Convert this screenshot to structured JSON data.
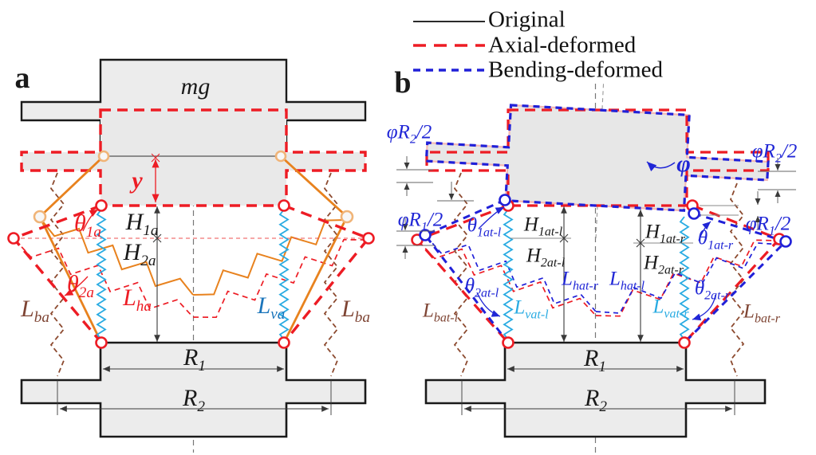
{
  "legend": {
    "items": [
      {
        "label": "Original",
        "color": "#2a2a2a",
        "style": "solid"
      },
      {
        "label": "Axial-deformed",
        "color": "#ED1C24",
        "style": "long-dash"
      },
      {
        "label": "Bending-deformed",
        "color": "#2020D8",
        "style": "short-dash"
      }
    ]
  },
  "panel_a": {
    "tag": "a",
    "mg": "mg",
    "y": "y",
    "theta_1a": {
      "main": "θ",
      "sub": "1a"
    },
    "theta_2a": {
      "main": "θ",
      "sub": "2a"
    },
    "H_1a": {
      "main": "H",
      "sub": "1a"
    },
    "H_2a": {
      "main": "H",
      "sub": "2a"
    },
    "L_ba_left": {
      "main": "L",
      "sub": "ba"
    },
    "L_ha": {
      "main": "L",
      "sub": "ha"
    },
    "L_va": {
      "main": "L",
      "sub": "va"
    },
    "L_ba_right": {
      "main": "L",
      "sub": "ba"
    },
    "R_1": {
      "main": "R",
      "sub": "1"
    },
    "R_2": {
      "main": "R",
      "sub": "2"
    }
  },
  "panel_b": {
    "tag": "b",
    "phi": "φ",
    "phiR2_left": {
      "pre": "φR",
      "sub": "2",
      "post": "/2"
    },
    "phiR2_right": {
      "pre": "φR",
      "sub": "2",
      "post": "/2"
    },
    "phiR1_left": {
      "pre": "φR",
      "sub": "1",
      "post": "/2"
    },
    "phiR1_right": {
      "pre": "φR",
      "sub": "1",
      "post": "/2"
    },
    "theta_1at_l": {
      "main": "θ",
      "sub": "1at-l"
    },
    "theta_1at_r": {
      "main": "θ",
      "sub": "1at-r"
    },
    "theta_2at_l": {
      "main": "θ",
      "sub": "2at-l"
    },
    "theta_2at_r": {
      "main": "θ",
      "sub": "2at-r"
    },
    "H_1at_l": {
      "main": "H",
      "sub": "1at-l"
    },
    "H_1at_r": {
      "main": "H",
      "sub": "1at-r"
    },
    "H_2at_l": {
      "main": "H",
      "sub": "2at-l"
    },
    "H_2at_r": {
      "main": "H",
      "sub": "2at-r"
    },
    "L_hat_r": {
      "main": "L",
      "sub": "hat-r"
    },
    "L_hat_l": {
      "main": "L",
      "sub": "hat-l"
    },
    "L_vat_l": {
      "main": "L",
      "sub": "vat-l"
    },
    "L_vat_r": {
      "main": "L",
      "sub": "vat-r"
    },
    "L_bat_l": {
      "main": "L",
      "sub": "bat-l"
    },
    "L_bat_r": {
      "main": "L",
      "sub": "bat-r"
    },
    "R_1": {
      "main": "R",
      "sub": "1"
    },
    "R_2": {
      "main": "R",
      "sub": "2"
    }
  },
  "colors": {
    "original_outline": "#1a1a1a",
    "axial_deformed": "#ED1C24",
    "bending_deformed": "#2020D8",
    "lever_original": "#E8821E",
    "joint_original": "#F0B478",
    "vertical_spring": "#29ABE2",
    "base_spring": "#8C4A2F",
    "label_blue": "#1B75BB",
    "mass_fill": "#ECECEC",
    "dimension": "#3a3a3a"
  }
}
